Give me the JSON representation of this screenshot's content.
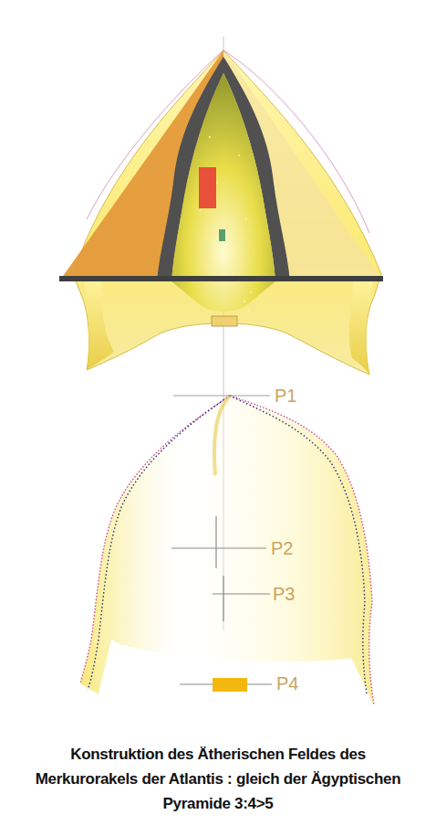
{
  "diagram": {
    "caption": "Konstruktion des Ätherischen Feldes des Merkurorakels der Atlantis : gleich der Ägyptischen Pyramide 3:4>5",
    "labels": [
      "P1",
      "P2",
      "P3",
      "P4"
    ]
  }
}
